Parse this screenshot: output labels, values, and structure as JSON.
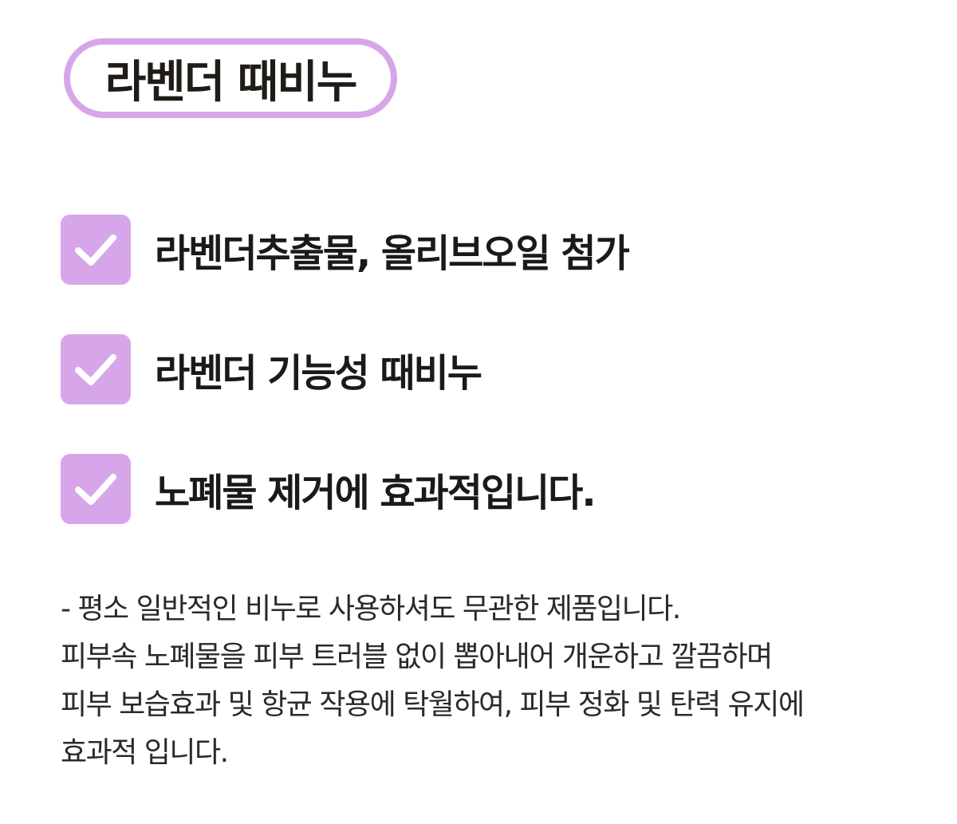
{
  "title": "라벤더 때비누",
  "features": [
    {
      "text": "라벤더추출물, 올리브오일 첨가"
    },
    {
      "text": "라벤더 기능성 때비누"
    },
    {
      "text": "노폐물 제거에 효과적입니다."
    }
  ],
  "description": [
    "- 평소 일반적인 비누로 사용하셔도 무관한 제품입니다.",
    "피부속 노폐물을 피부 트러블 없이 뽑아내어 개운하고 깔끔하며",
    "피부 보습효과 및 항균 작용에 탁월하여, 피부 정화 및 탄력 유지에",
    "효과적 입니다."
  ],
  "colors": {
    "accent": "#d7a6ea",
    "text": "#1a1a1a"
  },
  "icons": {
    "check": "checkmark-icon"
  }
}
